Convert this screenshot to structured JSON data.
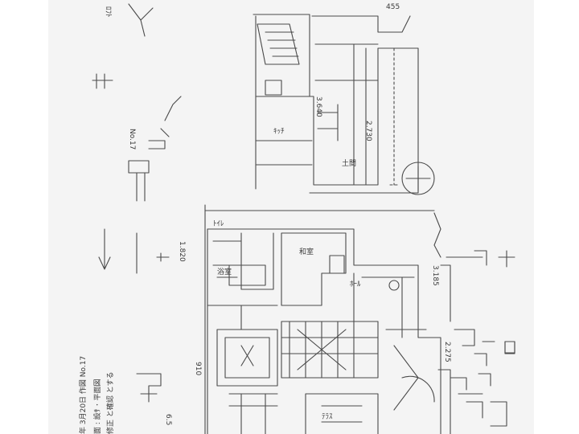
{
  "drawing": {
    "rooms": {
      "room_a": "ｷｯﾁ",
      "room_b": "和室",
      "room_c": "ﾎｰﾙ",
      "room_d": "土間",
      "room_e": "ﾄｲﾚ",
      "room_f": "浴室",
      "room_g": "ﾃﾗｽ"
    },
    "notes": {
      "note_top_left": "ﾛﾌﾄ",
      "note_no17": "No.17",
      "note_bottom_block": "年 3月20日 作図 No.17",
      "note_bottom_line2": "面 : 設ｻ ･ 平面図",
      "note_bottom_line3": "修正 と確認 とする",
      "dim_a": "3.640",
      "dim_b": "2.730",
      "dim_c": "1.820",
      "dim_d": "910",
      "dim_e": "455",
      "dim_f": "3.185",
      "dim_g": "6.5",
      "dim_h": "2.275"
    }
  },
  "colors": {
    "ink": "#4a4a4a",
    "paper": "#f4f4f4"
  }
}
